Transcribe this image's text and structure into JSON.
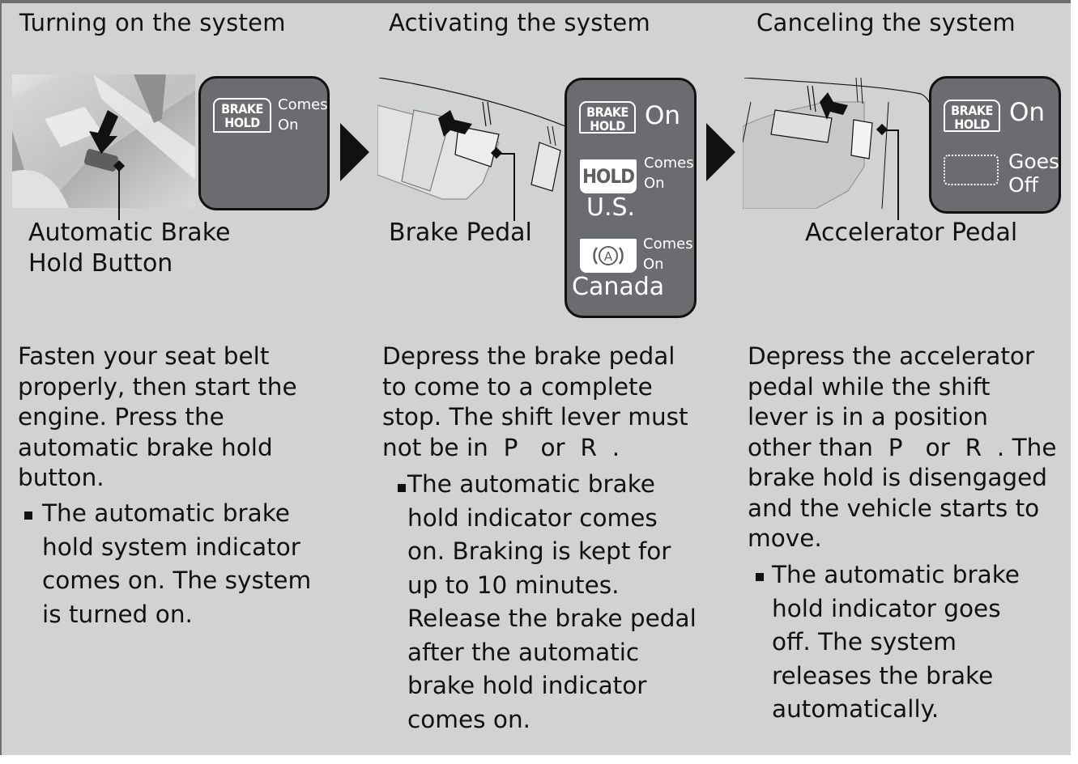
{
  "steps": [
    {
      "title": "Turning on the system",
      "callout_label_lines": [
        "Automatic Brake",
        "Hold Button"
      ],
      "indicator_panel": {
        "items": [
          {
            "icon": "brake-hold-outline-icon",
            "icon_lines": [
              "BRAKE",
              "HOLD"
            ],
            "status_lines": [
              "Comes",
              "On"
            ]
          }
        ]
      },
      "instruction_lines": [
        "Fasten your seat belt",
        "properly, then start the",
        "engine. Press the",
        "automatic brake hold",
        "button."
      ],
      "result_lines": [
        "The automatic brake",
        "hold system indicator",
        "comes on. The system",
        "is turned on."
      ]
    },
    {
      "title": "Activating the system",
      "callout_label_lines": [
        "Brake Pedal"
      ],
      "indicator_panel": {
        "items": [
          {
            "icon": "brake-hold-outline-icon",
            "icon_lines": [
              "BRAKE",
              "HOLD"
            ],
            "status": "On"
          },
          {
            "icon": "hold-filled-icon",
            "icon_text": "HOLD",
            "status_lines": [
              "Comes",
              "On"
            ],
            "region": "U.S."
          },
          {
            "icon": "auto-parking-brake-icon",
            "icon_text": "(A)",
            "status_lines": [
              "Comes",
              "On"
            ],
            "region": "Canada"
          }
        ]
      },
      "instruction_lines": [
        "Depress the brake pedal",
        "to come to a complete",
        "stop. The shift lever must",
        "not be in  P   or  R  ."
      ],
      "result_lines": [
        "The automatic brake",
        "hold indicator comes",
        "on. Braking is kept for",
        "up to 10 minutes.",
        "Release the brake pedal",
        "after the automatic",
        "brake hold indicator",
        "comes on."
      ]
    },
    {
      "title": "Canceling the system",
      "callout_label_lines": [
        "Accelerator Pedal"
      ],
      "indicator_panel": {
        "items": [
          {
            "icon": "brake-hold-outline-icon",
            "icon_lines": [
              "BRAKE",
              "HOLD"
            ],
            "status": "On"
          },
          {
            "icon": "dotted-indicator-off-icon",
            "status_lines": [
              "Goes",
              "Off"
            ]
          }
        ]
      },
      "instruction_lines": [
        "Depress the accelerator",
        "pedal while the shift",
        "lever is in a position",
        "other than  P   or  R  . The",
        "brake hold is disengaged",
        "and the vehicle starts to",
        "move."
      ],
      "result_lines": [
        "The automatic brake",
        "hold indicator goes",
        "off. The system",
        "releases the brake",
        "automatically."
      ]
    }
  ],
  "colors": {
    "page_bg": "#d1d2d4",
    "panel_bg": "#6b6c70",
    "text": "#111111",
    "panel_text": "#ffffff"
  }
}
